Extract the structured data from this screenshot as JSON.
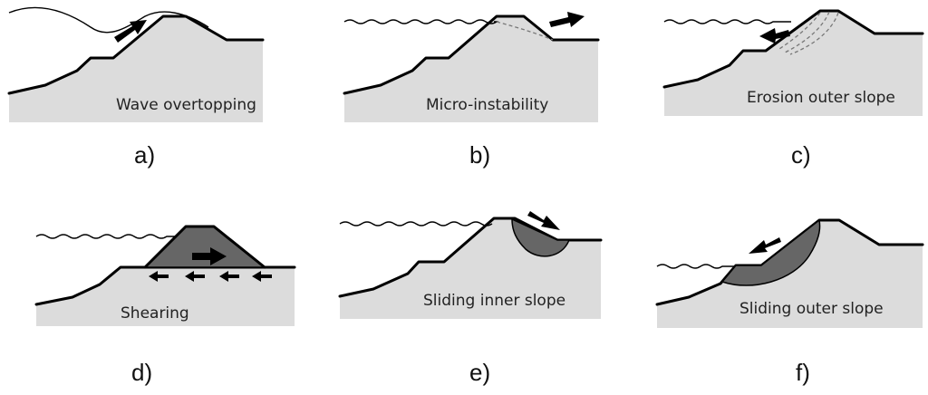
{
  "panels": [
    {
      "id": "a",
      "title": "Wave overtopping",
      "letter": "a)"
    },
    {
      "id": "b",
      "title": "Micro-instability",
      "letter": "b)"
    },
    {
      "id": "c",
      "title": "Erosion outer slope",
      "letter": "c)"
    },
    {
      "id": "d",
      "title": "Shearing",
      "letter": "d)"
    },
    {
      "id": "e",
      "title": "Sliding inner slope",
      "letter": "e)"
    },
    {
      "id": "f",
      "title": "Sliding outer slope",
      "letter": "f)"
    }
  ],
  "colors": {
    "soil": "#dcdcdc",
    "slide_body": "#666666",
    "outline": "#000000"
  }
}
